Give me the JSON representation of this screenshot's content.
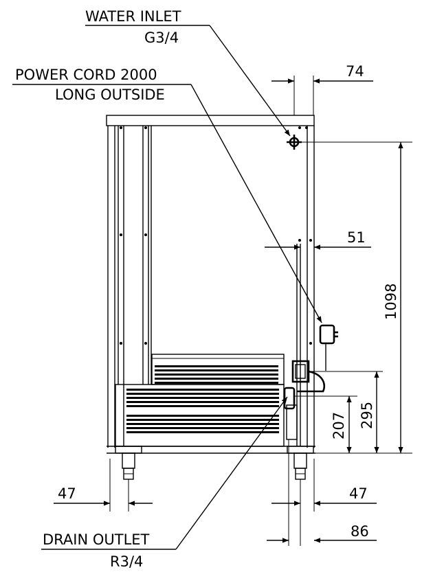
{
  "labels": {
    "water_inlet": "WATER INLET",
    "water_inlet_size": "G3/4",
    "power_cord": "POWER CORD 2000",
    "power_cord_note": "LONG OUTSIDE",
    "drain_outlet": "DRAIN OUTLET",
    "drain_outlet_size": "R3/4"
  },
  "dimensions": {
    "inlet_offset": "74",
    "cord_offset": "51",
    "inlet_height": "1098",
    "cord_box_height": "295",
    "drain_height": "207",
    "left_foot": "47",
    "right_foot": "47",
    "drain_offset": "86"
  }
}
